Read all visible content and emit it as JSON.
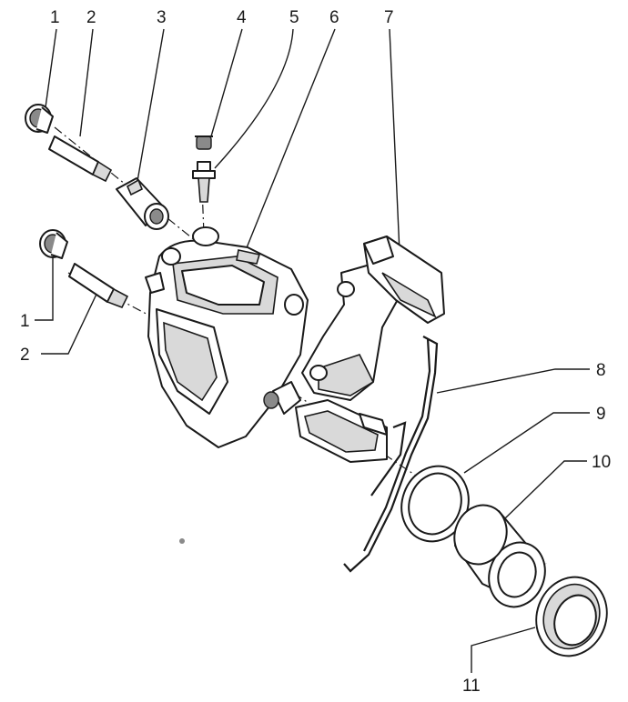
{
  "callouts": {
    "c1_top": "1",
    "c2_top": "2",
    "c3": "3",
    "c4": "4",
    "c5": "5",
    "c6": "6",
    "c7": "7",
    "c1_left": "1",
    "c2_left": "2",
    "c8": "8",
    "c9": "9",
    "c10": "10",
    "c11": "11"
  },
  "colors": {
    "line": "#1a1a1a",
    "shade": "#d9d9d9",
    "background": "#ffffff"
  }
}
